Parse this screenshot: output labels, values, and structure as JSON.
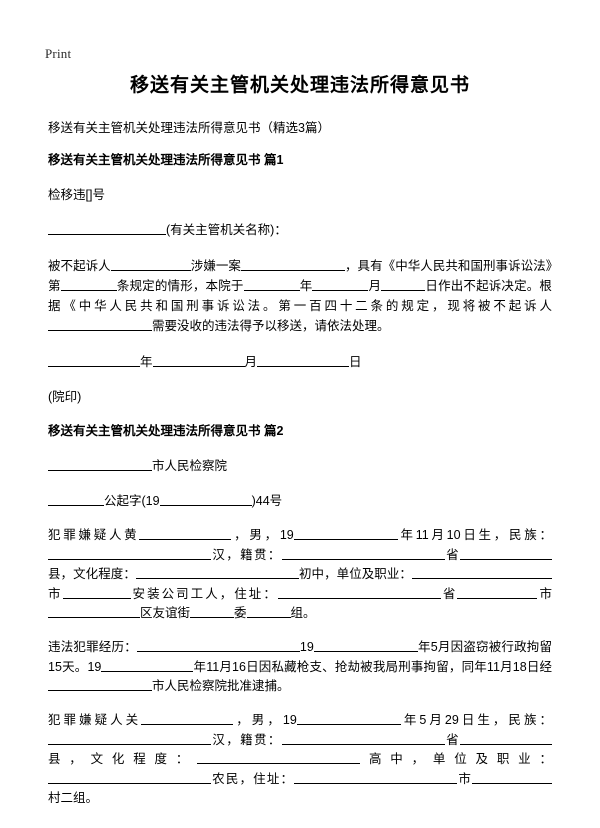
{
  "toolbar": {
    "print_label": "Print"
  },
  "document": {
    "title": "移送有关主管机关处理违法所得意见书",
    "subtitle": "移送有关主管机关处理违法所得意见书（精选3篇）",
    "sections": [
      {
        "heading": "移送有关主管机关处理违法所得意见书 篇1",
        "doc_number": "检移违[]号",
        "addressee_suffix": "(有关主管机关名称)：",
        "body_parts": {
          "p1_a": "被不起诉人",
          "p1_b": "涉嫌一案",
          "p1_c": "，具有《中华人民共和国刑事诉讼法》第",
          "p1_d": "条规定的情形，本院于",
          "p1_e": "年",
          "p1_f": "月",
          "p1_g": "日作出不起诉决定。根据《中华人民共和国刑事诉讼法。第一百四十二条的规定，现将被不起诉人",
          "p1_h": "需要没收的违法得予以移送，请依法处理。"
        },
        "date_line": {
          "year": "年",
          "month": "月",
          "day": "日"
        },
        "seal": "(院印)"
      },
      {
        "heading": "移送有关主管机关处理违法所得意见书 篇2",
        "procuratorate": "市人民检察院",
        "case_number": {
          "prefix": "公起字(19",
          "suffix": ")44号"
        },
        "suspect_one": {
          "lead": "犯罪嫌疑人黄",
          "gender": "，男，19",
          "birth": "年11月10日生，民族：",
          "ethnicity": "汉，籍贯：",
          "province": "省",
          "county": "县，文化程度：",
          "education": "初中，单位及职业：",
          "city": "市",
          "employer": "安装公司工人，住址：",
          "addr_province": "省",
          "addr_city": "市",
          "addr_district": "区友谊街",
          "addr_committee": "委",
          "addr_group": "组。"
        },
        "history": {
          "label": "违法犯罪经历：",
          "year_prefix_1": "19",
          "detain_admin": "年5月因盗窃被行政拘留15天。",
          "year_prefix_2": "19",
          "detain_criminal": "年11月16日因私藏枪支、抢劫被我局刑事拘留，同年11月18日经",
          "approval": "市人民检察院批准逮捕。"
        },
        "suspect_two": {
          "lead": "犯罪嫌疑人关",
          "gender": "，男，19",
          "birth": "年5月29日生，民族：",
          "ethnicity": "汉，籍贯：",
          "province": "省",
          "county": "县，文化程度：",
          "education": "高中，单位及职业：",
          "occupation": "农民，住址：",
          "addr_city": "市",
          "addr_village": "村二组。"
        }
      }
    ]
  }
}
